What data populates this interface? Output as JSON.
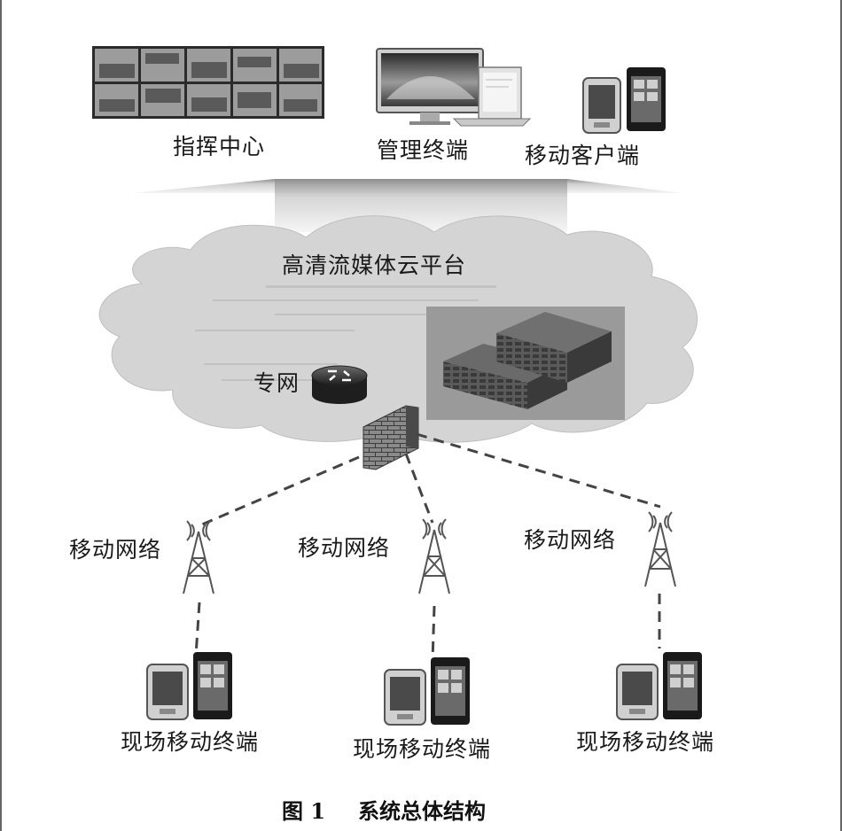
{
  "top": {
    "command_center": "指挥中心",
    "management_terminal": "管理终端",
    "mobile_client": "移动客户端"
  },
  "cloud": {
    "platform": "高清流媒体云平台",
    "private_network": "专网"
  },
  "networks": [
    "移动网络",
    "移动网络",
    "移动网络"
  ],
  "terminals": [
    "现场移动终端",
    "现场移动终端",
    "现场移动终端"
  ],
  "caption": {
    "number": "图 1",
    "title": "系统总体结构"
  }
}
